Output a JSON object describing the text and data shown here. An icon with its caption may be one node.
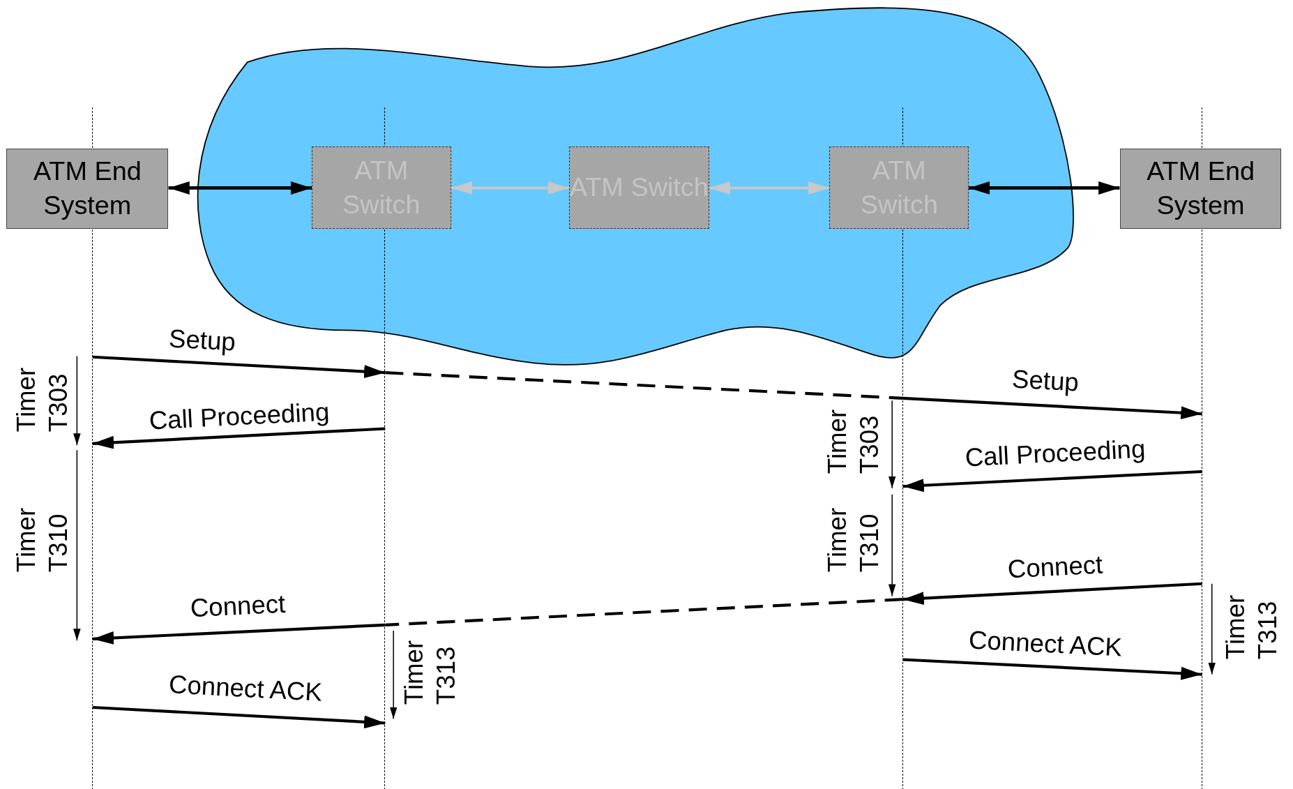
{
  "diagram": {
    "nodes": [
      {
        "text": [
          "ATM End System"
        ]
      },
      {
        "text": [],
        "shape": "cloud"
      },
      {
        "text": [
          "ATM Switch"
        ],
        "in": 1
      },
      {
        "text": [
          "ATM Switch"
        ],
        "in": 1
      },
      {
        "text": [
          "ATM Switch"
        ],
        "in": 1
      },
      {
        "text": [
          "ATM End System"
        ]
      },
      {
        "text": [],
        "shape": "line"
      },
      {
        "text": [],
        "shape": "line"
      },
      {
        "text": [],
        "shape": "line"
      },
      {
        "text": [],
        "shape": "line"
      }
    ],
    "edges": [
      {
        "from": 0,
        "to": 2,
        "arrow": "both"
      },
      {
        "from": 2,
        "to": 3,
        "arrow": "both",
        "color": "#c8c8c8"
      },
      {
        "from": 3,
        "to": 4,
        "arrow": "both",
        "color": "#c8c8c8"
      },
      {
        "from": 4,
        "to": 5,
        "arrow": "both"
      },
      {
        "from": 6,
        "to": 7,
        "arrow": "to",
        "label": "Setup"
      },
      {
        "from": 7,
        "to": 8,
        "arrow": "none",
        "style": "dashed"
      },
      {
        "from": 8,
        "to": 9,
        "arrow": "to",
        "label": "Setup"
      },
      {
        "from": 7,
        "to": 6,
        "arrow": "to",
        "label": "Call Proceeding"
      },
      {
        "from": 9,
        "to": 8,
        "arrow": "to",
        "label": "Call Proceeding"
      },
      {
        "from": 9,
        "to": 8,
        "arrow": "to",
        "label": "Connect"
      },
      {
        "from": 8,
        "to": 7,
        "arrow": "none",
        "style": "dashed"
      },
      {
        "from": 7,
        "to": 6,
        "arrow": "to",
        "label": "Connect"
      },
      {
        "from": 8,
        "to": 9,
        "arrow": "to",
        "label": "Connect ACK"
      },
      {
        "from": 6,
        "to": 7,
        "arrow": "to",
        "label": "Connect ACK"
      }
    ],
    "labels": [
      "Timer T303",
      "Timer T303",
      "Timer T310",
      "Timer T310",
      "Timer T313",
      "Timer T313"
    ]
  }
}
